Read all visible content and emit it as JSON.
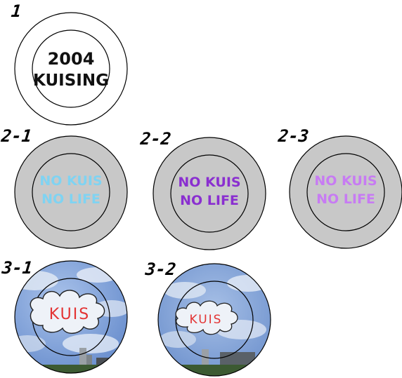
{
  "labels": {
    "b1": "1",
    "b2_1": "2-1",
    "b2_2": "2-2",
    "b2_3": "2-3",
    "b3_1": "3-1",
    "b3_2": "3-2"
  },
  "badge1": {
    "line1": "2004",
    "line2": "KUISING",
    "text_color": "#111111"
  },
  "badge2": {
    "line1": "NO KUIS",
    "line2": "NO LIFE",
    "ring_color": "#c8c8c8",
    "variants": [
      {
        "text_color": "#7fd3f2"
      },
      {
        "text_color": "#8a2fd0"
      },
      {
        "text_color": "#c77bf3"
      }
    ]
  },
  "badge3": {
    "cloud_text": "KUIS",
    "text_color": "#e33333",
    "sky_color": "#6f93d1",
    "cloud_color": "#eef2f8"
  }
}
